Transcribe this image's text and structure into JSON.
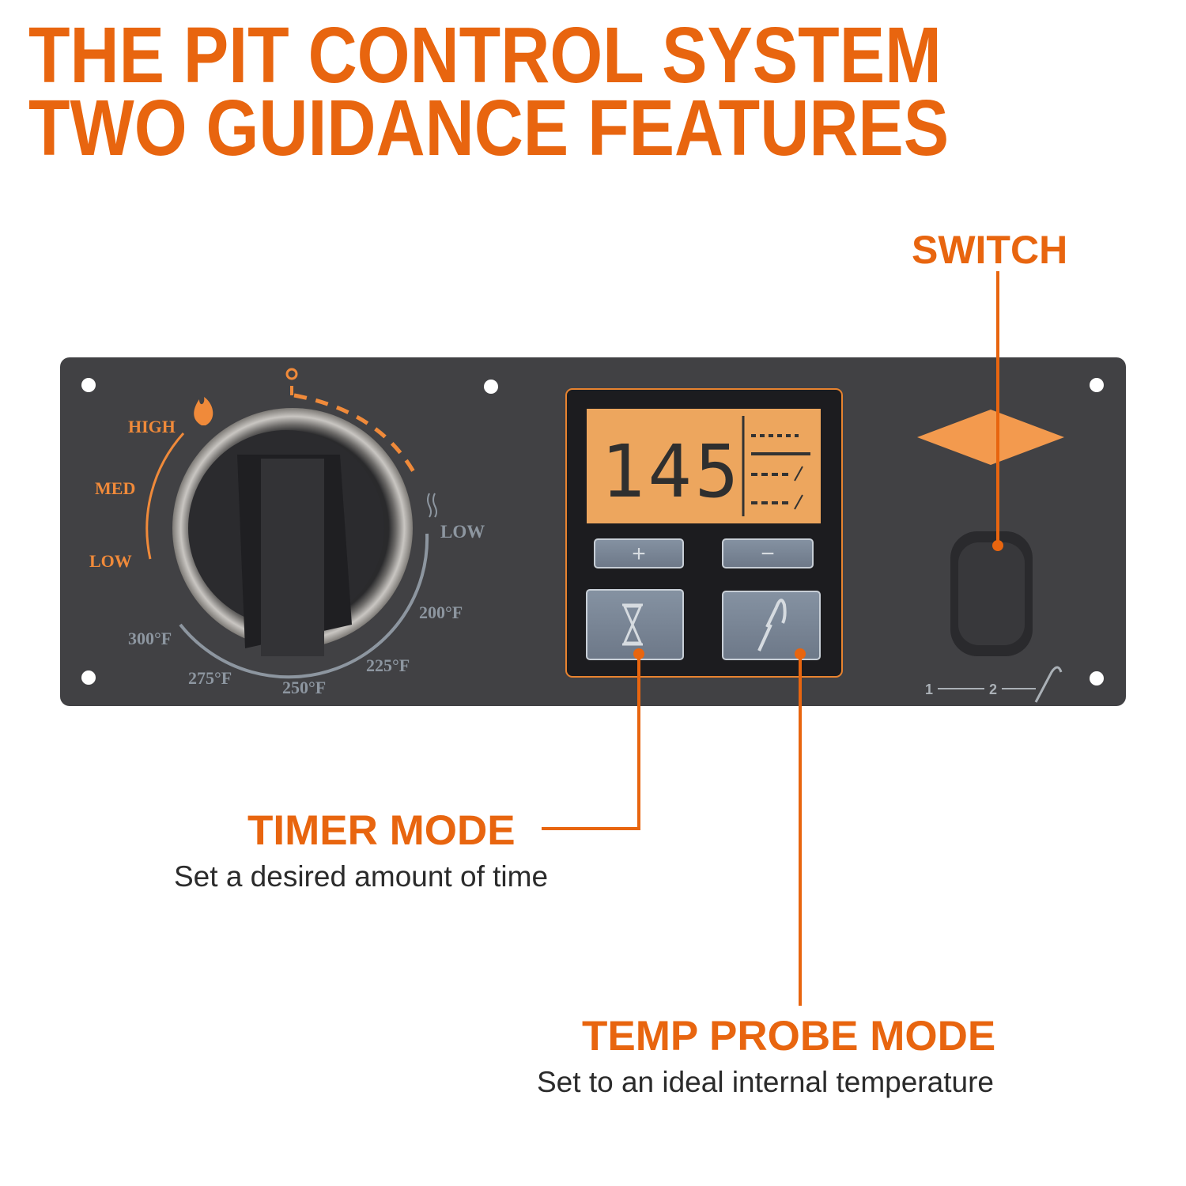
{
  "header": {
    "line1": "THE PIT CONTROL SYSTEM",
    "line2": "TWO GUIDANCE FEATURES"
  },
  "colors": {
    "accent": "#E8650F",
    "panel": "#414144",
    "lcd": "#EDA65E",
    "diamond": "#F39A4E"
  },
  "dial": {
    "smoke_scale": [
      "HIGH",
      "MED",
      "LOW"
    ],
    "temp_scale": [
      "LOW",
      "200°F",
      "225°F",
      "250°F",
      "275°F",
      "300°F"
    ],
    "off_symbol": "power-off-icon"
  },
  "display": {
    "reading": "145",
    "buttons": {
      "plus": "+",
      "minus": "−"
    }
  },
  "probe_selector": {
    "pos1": "1",
    "pos2": "2"
  },
  "callouts": {
    "switch": {
      "title": "SWITCH"
    },
    "timer": {
      "title": "TIMER MODE",
      "desc": "Set a desired amount of time"
    },
    "probe": {
      "title": "TEMP PROBE MODE",
      "desc": "Set to an ideal internal temperature"
    }
  }
}
